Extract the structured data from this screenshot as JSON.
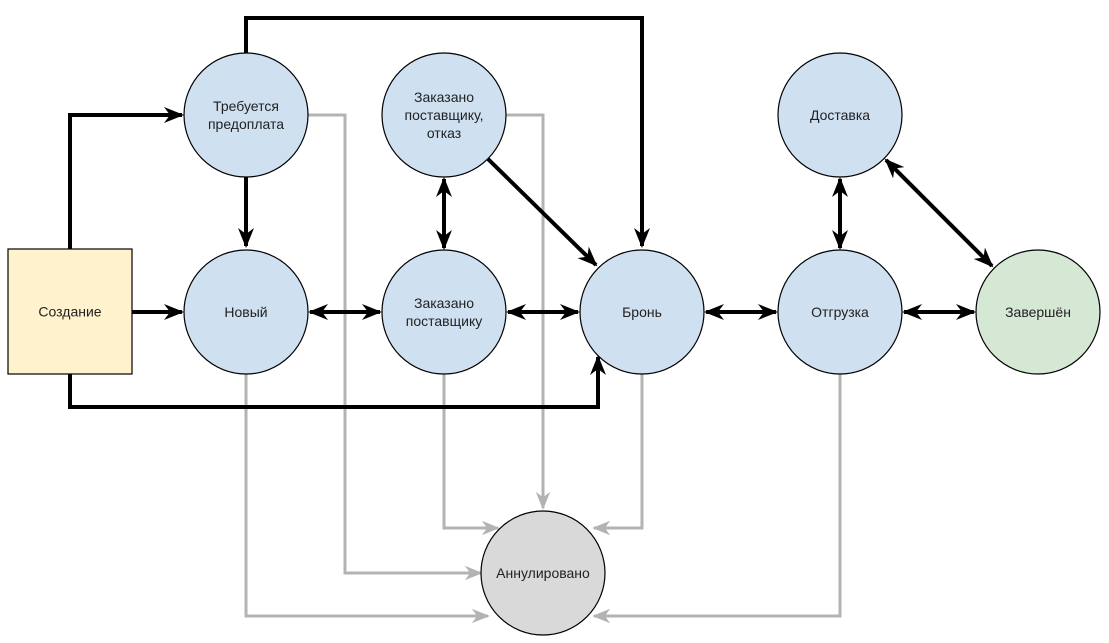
{
  "colors": {
    "start_fill": "#fff2cc",
    "state_fill": "#cfe0f1",
    "done_fill": "#d5e8d4",
    "cancel_fill": "#d9d9d9",
    "main_edge": "#000000",
    "cancel_edge": "#b3b3b3"
  },
  "nodes": {
    "create": {
      "lines": [
        "Создание"
      ]
    },
    "prepay": {
      "lines": [
        "Требуется",
        "предоплата"
      ]
    },
    "ordered_refused": {
      "lines": [
        "Заказано",
        "поставщику,",
        "отказ"
      ]
    },
    "delivery": {
      "lines": [
        "Доставка"
      ]
    },
    "new": {
      "lines": [
        "Новый"
      ]
    },
    "ordered": {
      "lines": [
        "Заказано",
        "поставщику"
      ]
    },
    "reserve": {
      "lines": [
        "Бронь"
      ]
    },
    "shipment": {
      "lines": [
        "Отгрузка"
      ]
    },
    "done": {
      "lines": [
        "Завершён"
      ]
    },
    "cancelled": {
      "lines": [
        "Аннулировано"
      ]
    }
  }
}
